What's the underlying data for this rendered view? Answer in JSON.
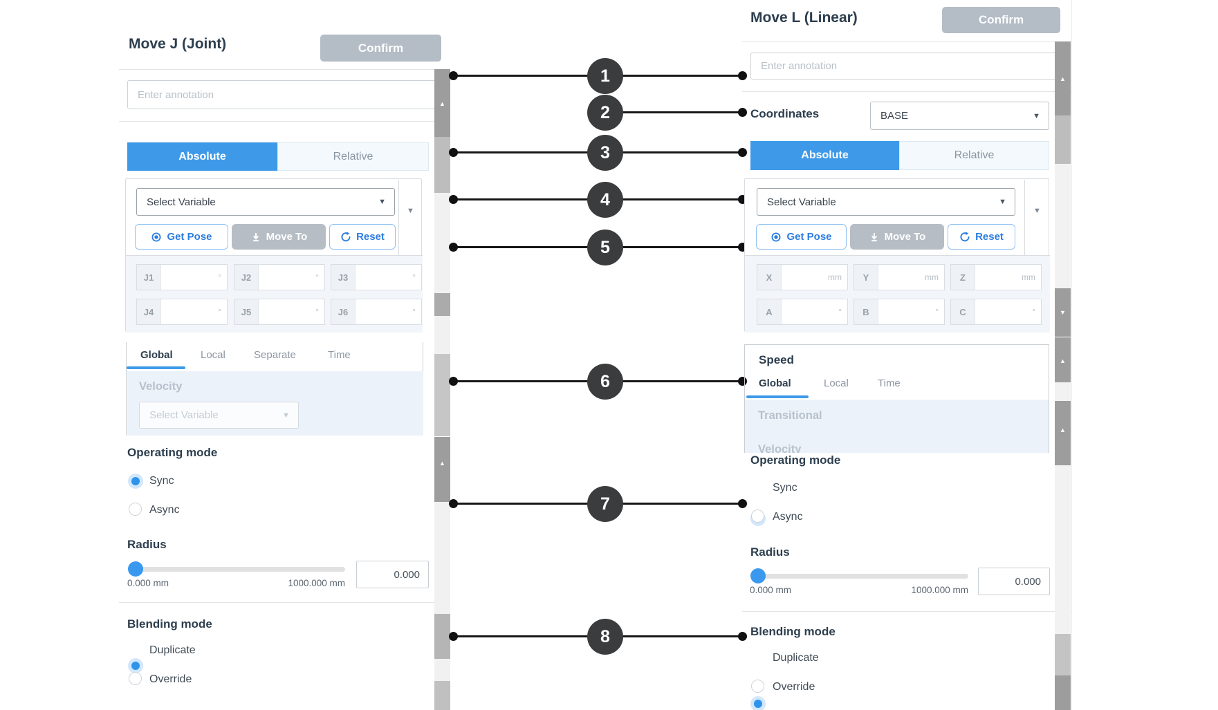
{
  "left_panel": {
    "title": "Move J (Joint)",
    "confirm_label": "Confirm",
    "annotation_placeholder": "Enter annotation",
    "tabs": {
      "absolute": "Absolute",
      "relative": "Relative"
    },
    "select_variable_placeholder": "Select Variable",
    "buttons": {
      "get_pose": "Get Pose",
      "move_to": "Move To",
      "reset": "Reset"
    },
    "joint_fields": [
      {
        "label": "J1",
        "unit": "°"
      },
      {
        "label": "J2",
        "unit": "°"
      },
      {
        "label": "J3",
        "unit": "°"
      },
      {
        "label": "J4",
        "unit": "°"
      },
      {
        "label": "J5",
        "unit": "°"
      },
      {
        "label": "J6",
        "unit": "°"
      }
    ],
    "speed_tabs": [
      "Global",
      "Local",
      "Separate",
      "Time"
    ],
    "velocity_label": "Velocity",
    "velocity_placeholder": "Select Variable",
    "operating_heading": "Operating mode",
    "sync_label": "Sync",
    "async_label": "Async",
    "radius_heading": "Radius",
    "radius_min": "0.000 mm",
    "radius_max": "1000.000 mm",
    "radius_value": "0.000",
    "blending_heading": "Blending mode",
    "duplicate_label": "Duplicate",
    "override_label": "Override"
  },
  "right_panel": {
    "title": "Move L (Linear)",
    "confirm_label": "Confirm",
    "annotation_placeholder": "Enter annotation",
    "coordinates_label": "Coordinates",
    "coordinates_value": "BASE",
    "tabs": {
      "absolute": "Absolute",
      "relative": "Relative"
    },
    "select_variable_placeholder": "Select Variable",
    "buttons": {
      "get_pose": "Get Pose",
      "move_to": "Move To",
      "reset": "Reset"
    },
    "pose_fields": [
      {
        "label": "X",
        "unit": "mm"
      },
      {
        "label": "Y",
        "unit": "mm"
      },
      {
        "label": "Z",
        "unit": "mm"
      },
      {
        "label": "A",
        "unit": "°"
      },
      {
        "label": "B",
        "unit": "°"
      },
      {
        "label": "C",
        "unit": "°"
      }
    ],
    "speed_heading": "Speed",
    "speed_tabs": [
      "Global",
      "Local",
      "Time"
    ],
    "transitional_label": "Transitional",
    "clipped_label": "Velocity",
    "operating_heading": "Operating mode",
    "sync_label": "Sync",
    "async_label": "Async",
    "radius_heading": "Radius",
    "radius_min": "0.000 mm",
    "radius_max": "1000.000 mm",
    "radius_value": "0.000",
    "blending_heading": "Blending mode",
    "duplicate_label": "Duplicate",
    "override_label": "Override"
  },
  "callouts": [
    {
      "number": "1"
    },
    {
      "number": "2"
    },
    {
      "number": "3"
    },
    {
      "number": "4"
    },
    {
      "number": "5"
    },
    {
      "number": "6"
    },
    {
      "number": "7"
    },
    {
      "number": "8"
    }
  ],
  "colors": {
    "accent_blue": "#3e9ae8",
    "radio_blue": "#2e93ea",
    "confirm_gray": "#b4bcc6",
    "callout_dark": "#3b3c3e"
  }
}
